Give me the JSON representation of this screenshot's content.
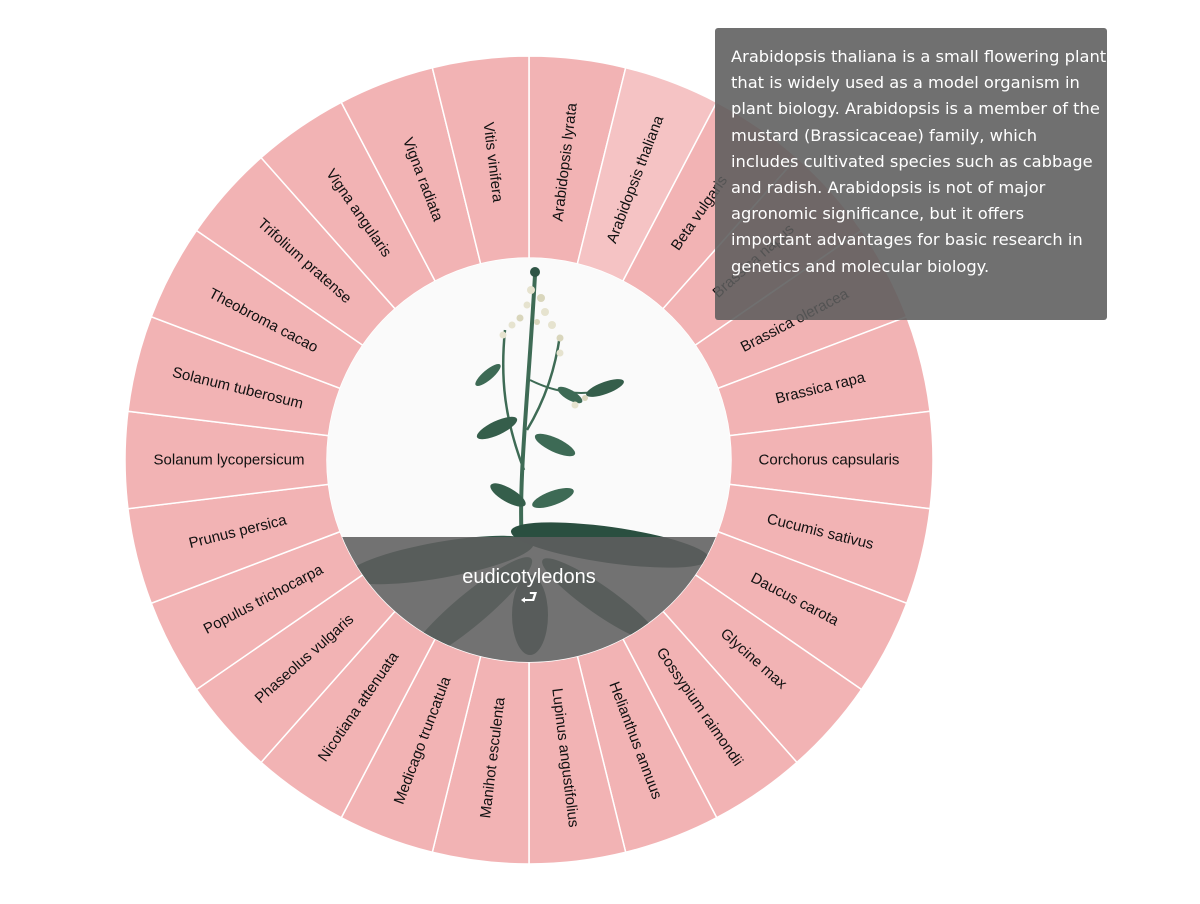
{
  "center": {
    "title": "eudicotyledons",
    "back_glyph": "⮐",
    "image_icon": "arabidopsis-plant-illustration"
  },
  "colors": {
    "segment": "#f2b3b4",
    "segment_hover": "#f5c3c4",
    "segment_stroke": "#ffffff",
    "center_bg": "#fafafa",
    "center_overlay": "#6b6b6b",
    "tooltip_bg": "#5c5c5c",
    "tooltip_text": "#ffffff"
  },
  "hovered": "Arabidopsis thaliana",
  "species": [
    "Arabidopsis lyrata",
    "Arabidopsis thaliana",
    "Beta vulgaris",
    "Brassica napus",
    "Brassica oleracea",
    "Brassica rapa",
    "Corchorus capsularis",
    "Cucumis sativus",
    "Daucus carota",
    "Glycine max",
    "Gossypium raimondii",
    "Helianthus annuus",
    "Lupinus angustifolius",
    "Manihot esculenta",
    "Medicago truncatula",
    "Nicotiana attenuata",
    "Phaseolus vulgaris",
    "Populus trichocarpa",
    "Prunus persica",
    "Solanum lycopersicum",
    "Solanum tuberosum",
    "Theobroma cacao",
    "Trifolium pratense",
    "Vigna angularis",
    "Vigna radiata",
    "Vitis vinifera"
  ],
  "tooltip": {
    "text": "Arabidopsis thaliana is a small flowering plant that is widely used as a model organism in plant biology. Arabidopsis is a member of the mustard (Brassicaceae) family, which includes cultivated species such as cabbage and radish. Arabidopsis is not of major agronomic significance, but it offers important advantages for basic research in genetics and molecular biology."
  }
}
